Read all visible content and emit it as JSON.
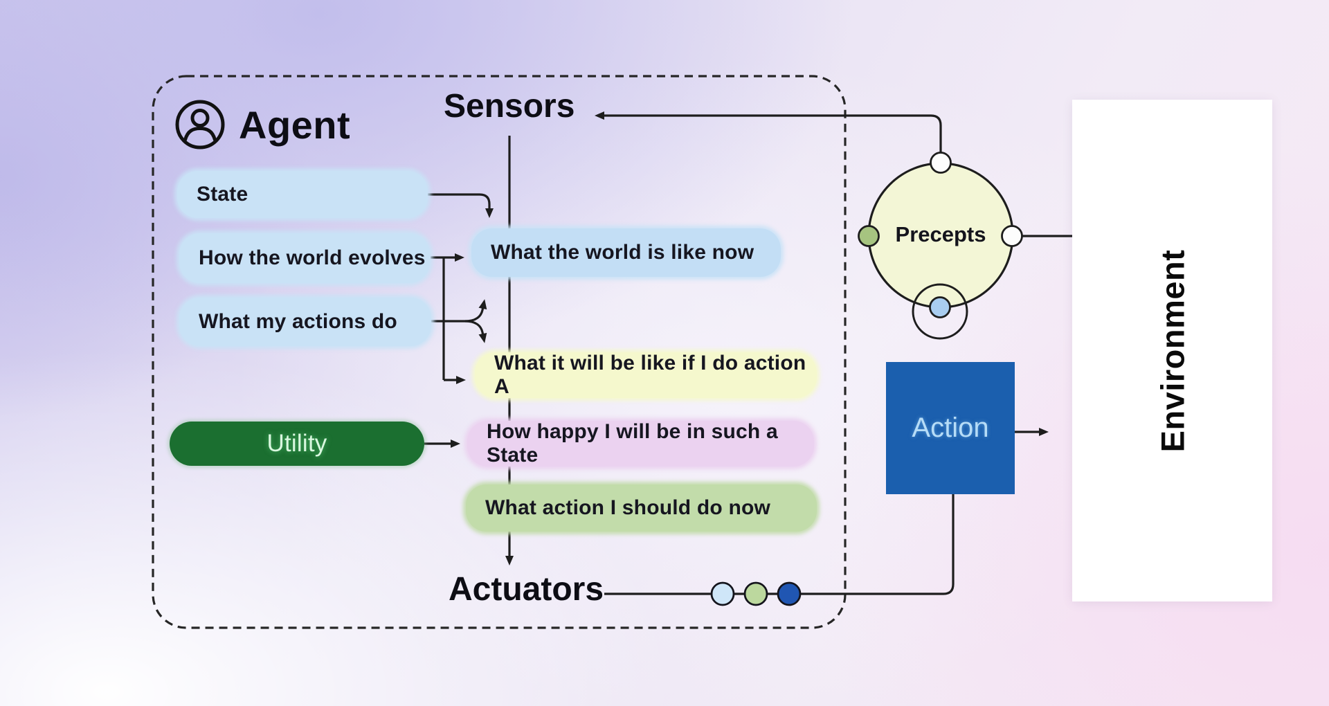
{
  "agent_panel": {
    "agent_label": "Agent",
    "sensors_label": "Sensors",
    "actuators_label": "Actuators",
    "model_nodes": [
      {
        "id": "state",
        "label": "State"
      },
      {
        "id": "how-world-evolves",
        "label": "How the world evolves"
      },
      {
        "id": "what-actions-do",
        "label": "What my actions do"
      },
      {
        "id": "utility",
        "label": "Utility"
      }
    ],
    "reasoning_nodes": [
      {
        "id": "world-now",
        "label": "What the world is like now"
      },
      {
        "id": "world-if-action",
        "label": "What it will be like if I do action A"
      },
      {
        "id": "happiness",
        "label": "How happy I will be in such a State"
      },
      {
        "id": "action-choice",
        "label": "What action I should do now"
      }
    ]
  },
  "environment_panel": {
    "precepts_label": "Precepts",
    "action_label": "Action",
    "environment_label": "Environment"
  },
  "colors": {
    "box_blue": "#c9e2f6",
    "box_blue_right": "#c3def5",
    "box_yellow": "#f5f8cd",
    "box_pink": "#ebd2f0",
    "box_green": "#c2dcaa",
    "utility_green": "#1b6f30",
    "action_blue": "#1b5fae",
    "precepts_fill": "#f3f6d6",
    "precepts_node_green": "#a6c480",
    "precepts_node_blue": "#a9cdf0",
    "precepts_node_white": "#fdfdfd",
    "actuator_dot_light_blue": "#cfe6f8",
    "actuator_dot_green": "#bcd89e",
    "actuator_dot_dark_blue": "#2056b2",
    "line_color": "#1d1d1d"
  }
}
